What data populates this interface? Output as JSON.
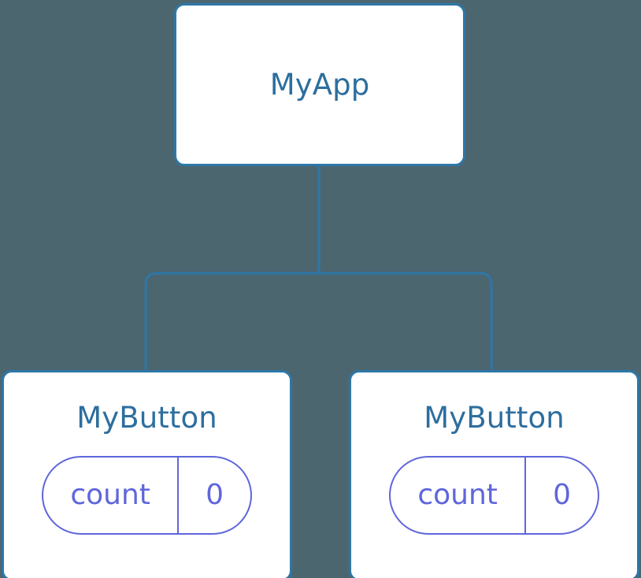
{
  "diagram": {
    "type": "component-tree",
    "background_color": "#4c6670",
    "node_fill": "#ffffff",
    "node_border_color": "#2d77a8",
    "title_color": "#2d6e9e",
    "pill_color": "#5f66db",
    "edge_color": "#2d77a8"
  },
  "root": {
    "title": "MyApp"
  },
  "children": [
    {
      "title": "MyButton",
      "state": {
        "key": "count",
        "value": "0"
      }
    },
    {
      "title": "MyButton",
      "state": {
        "key": "count",
        "value": "0"
      }
    }
  ]
}
